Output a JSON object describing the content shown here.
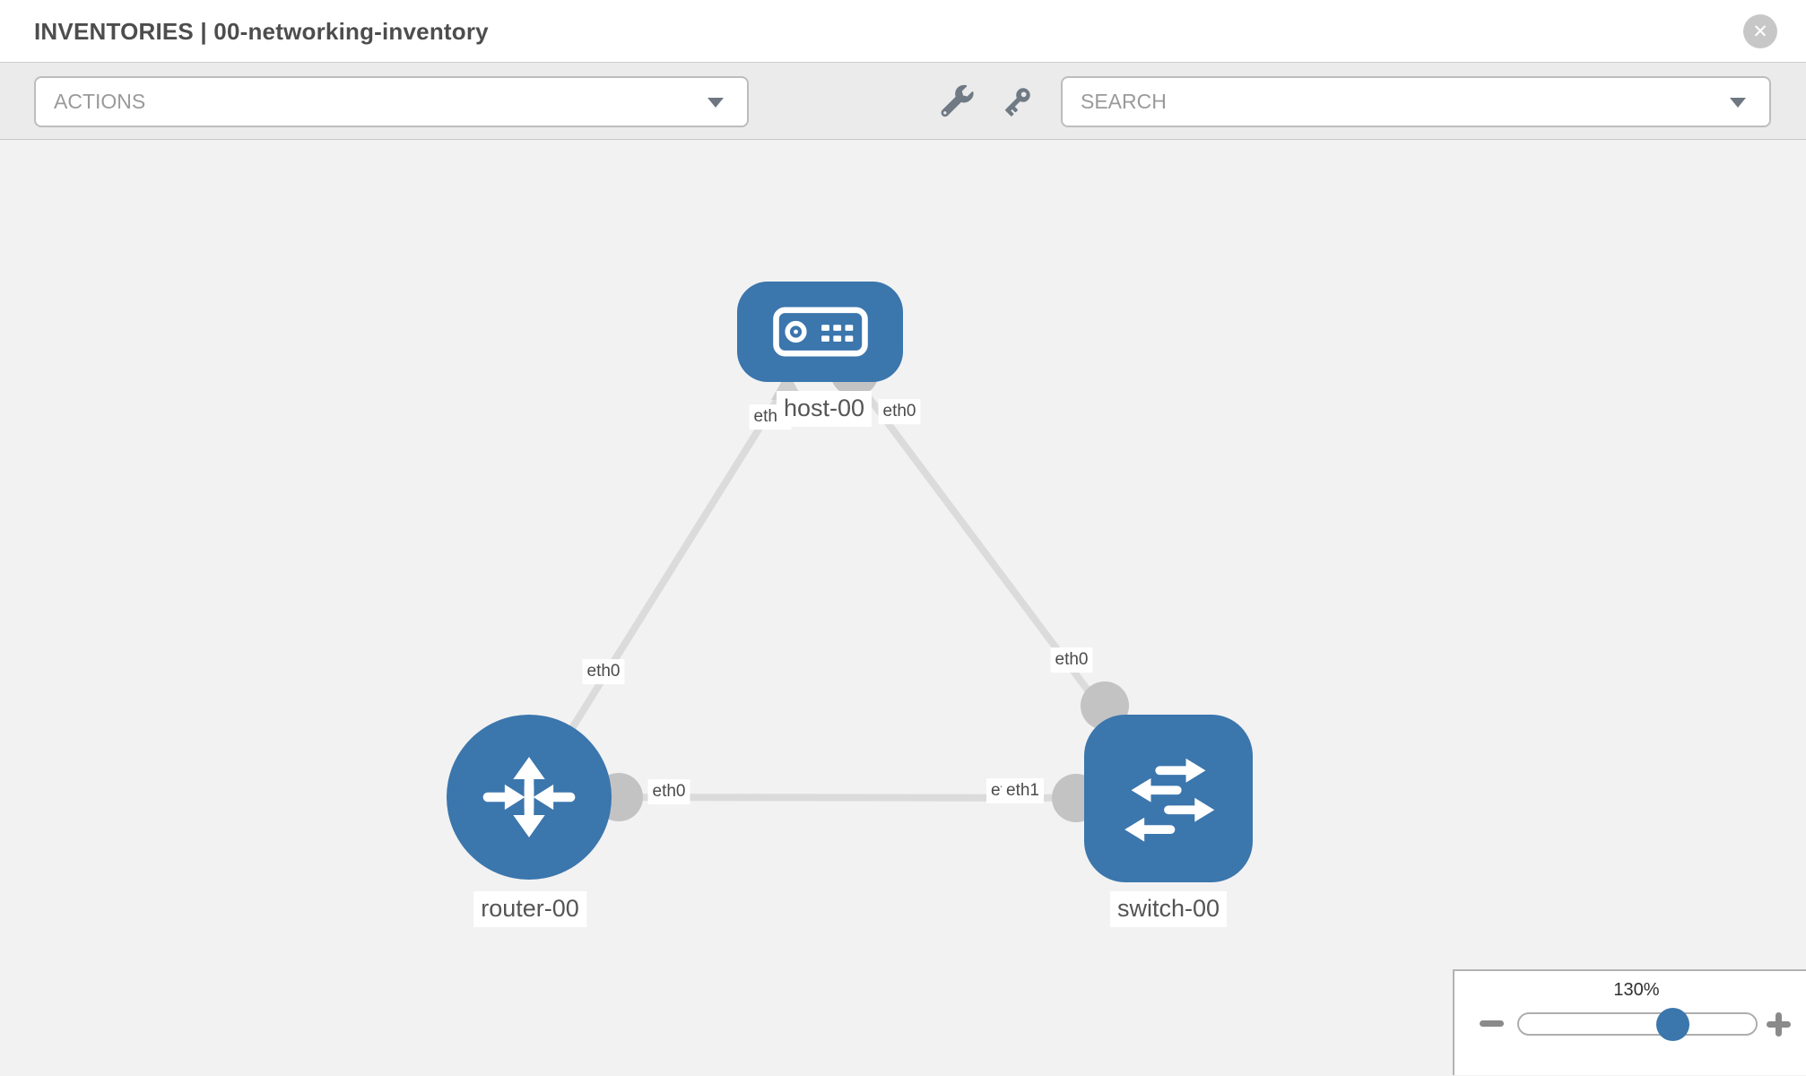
{
  "window": {
    "title": "INVENTORIES | 00-networking-inventory",
    "close_icon": "✕"
  },
  "toolbar": {
    "actions_label": "ACTIONS",
    "search_label": "SEARCH",
    "icons": [
      "wrench",
      "key"
    ]
  },
  "diagram": {
    "nodes": [
      {
        "id": "host-00",
        "label": "host-00",
        "type": "host"
      },
      {
        "id": "router-00",
        "label": "router-00",
        "type": "router"
      },
      {
        "id": "switch-00",
        "label": "switch-00",
        "type": "switch"
      }
    ],
    "links": [
      {
        "source": "host-00",
        "target": "router-00",
        "source_iface": "eth0",
        "target_iface": "eth0"
      },
      {
        "source": "host-00",
        "target": "switch-00",
        "source_iface": "eth0",
        "target_iface": "eth0"
      },
      {
        "source": "router-00",
        "target": "switch-00",
        "source_iface": "eth0",
        "target_iface": "eth1",
        "overlapping_iface": "eth0"
      }
    ]
  },
  "zoom_control": {
    "level": "130%",
    "minus_icon": "minus",
    "plus_icon": "plus"
  },
  "colors": {
    "node_blue": "#3b76ad",
    "link_gray": "#dbdbdb",
    "port_gray": "#c3c3c3",
    "canvas_bg": "#f2f2f2",
    "toolbar_bg": "#ebebeb",
    "header_bg": "#ffffff"
  }
}
